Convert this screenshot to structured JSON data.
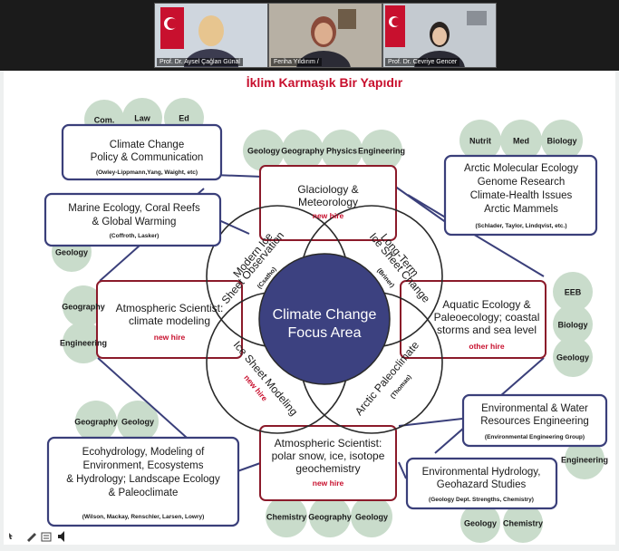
{
  "participants": [
    {
      "name": "Prof. Dr. Aysel Çağlan Günal"
    },
    {
      "name": "Feriha Yıldırım /"
    },
    {
      "name": "Prof. Dr. Cevriye Gencer"
    }
  ],
  "slide": {
    "title": "İklim Karmaşık Bir Yapıdır",
    "center_lines": [
      "Climate Change",
      "Focus Area"
    ],
    "petals": {
      "top_left": {
        "lines": [
          "Modern Ice",
          "Sheet Observation"
        ],
        "person": "(Csatho)"
      },
      "top_right": {
        "lines": [
          "Long-Term",
          "Ice Sheet Change"
        ],
        "person": "(Briner)"
      },
      "bottom_left": {
        "lines": [
          "Ice Sheet Modeling"
        ],
        "tag": "new hire"
      },
      "bottom_right": {
        "lines": [
          "Arctic Paleoclimate"
        ],
        "person": "(Thomas)"
      }
    },
    "inner_boxes": {
      "top": {
        "lines": [
          "Glaciology &",
          "Meteorology"
        ],
        "tag": "new hire"
      },
      "left": {
        "lines": [
          "Atmospheric Scientist:",
          "climate modeling"
        ],
        "tag": "new hire"
      },
      "right": {
        "lines": [
          "Aquatic Ecology &",
          "Paleoecology; coastal",
          "storms and sea level"
        ],
        "tag": "other hire"
      },
      "bottom": {
        "lines": [
          "Atmospheric Scientist:",
          "polar snow, ice, isotope",
          "geochemistry"
        ],
        "tag": "new hire"
      }
    },
    "outer_boxes": {
      "policy": {
        "lines": [
          "Climate Change",
          "Policy & Communication"
        ],
        "people": "(Owley-Lippmann,Yang, Waight, etc)"
      },
      "marine": {
        "lines": [
          "Marine Ecology, Coral Reefs",
          "& Global Warming"
        ],
        "people": "(Coffroth, Lasker)"
      },
      "arctic": {
        "lines": [
          "Arctic Molecular Ecology",
          "Genome Research",
          "Climate-Health Issues",
          "Arctic Mammels"
        ],
        "people": "(Schlader, Taylor, Lindqvist, etc.)"
      },
      "water": {
        "lines": [
          "Environmental & Water",
          "Resources Engineering"
        ],
        "people": "(Environmental Engineering Group)"
      },
      "hydro": {
        "lines": [
          "Environmental Hydrology,",
          "Geohazard Studies"
        ],
        "people": "(Geology Dept. Strengths, Chemistry)"
      },
      "eco": {
        "lines": [
          "Ecohydrology, Modeling of",
          "Environment, Ecosystems",
          "& Hydrology; Landscape Ecology",
          "& Paleoclimate"
        ],
        "people": "(Wilson, Mackay, Renschler, Larsen, Lowry)"
      }
    },
    "bubbles": {
      "policy_group": [
        "Com.",
        "Law",
        "Ed"
      ],
      "marine_group": [
        "Geology"
      ],
      "top_group": [
        "Geology",
        "Geography",
        "Physics",
        "Engineering"
      ],
      "arctic_group": [
        "Nutrit",
        "Med",
        "Biology"
      ],
      "left_group": [
        "Geography",
        "Engineering"
      ],
      "right_group": [
        "EEB",
        "Biology",
        "Geology"
      ],
      "eco_group": [
        "Geography",
        "Geology"
      ],
      "water_group": [
        "Engineering"
      ],
      "bottom_group": [
        "Chemistry",
        "Geography",
        "Geology"
      ],
      "hydro_group": [
        "Geology",
        "Chemistry"
      ]
    },
    "colors": {
      "accent_red": "#c8102e",
      "navy": "#3a3f7a",
      "bubble": "#c9dccb",
      "center": "#3c4180",
      "dark_red": "#8b1a2a"
    }
  }
}
